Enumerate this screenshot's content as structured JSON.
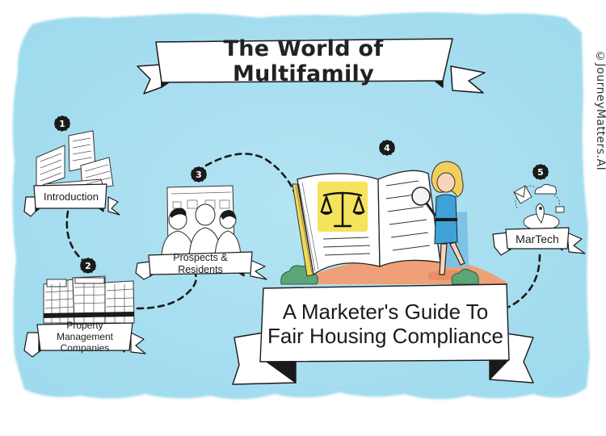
{
  "title": "The World of Multifamily",
  "copyright": "©JourneyMatters.AI",
  "main": {
    "line1": "A Marketer's Guide To",
    "line2": "Fair Housing Compliance"
  },
  "nodes": [
    {
      "number": "1",
      "label": "Introduction",
      "illustration": "city-buildings-icon"
    },
    {
      "number": "2",
      "label_line1": "Property Management",
      "label_line2": "Companies",
      "illustration": "office-buildings-icon"
    },
    {
      "number": "3",
      "label": "Prospects & Residents",
      "illustration": "people-group-icon"
    },
    {
      "number": "4",
      "label": "",
      "illustration": "law-book-scales-icon"
    },
    {
      "number": "5",
      "label": "MarTech",
      "illustration": "marketing-tech-icon"
    }
  ],
  "colors": {
    "background_wash": "#a9dff0",
    "ribbon_fill": "#ffffff",
    "ribbon_shadow": "#1a1a1a",
    "badge": "#1a1a1a",
    "scales_highlight": "#f5e35c",
    "book_edge": "#f2d94e",
    "woman_dress": "#3ea2d8",
    "hill": "#f0a078",
    "shrub": "#5ba578"
  }
}
